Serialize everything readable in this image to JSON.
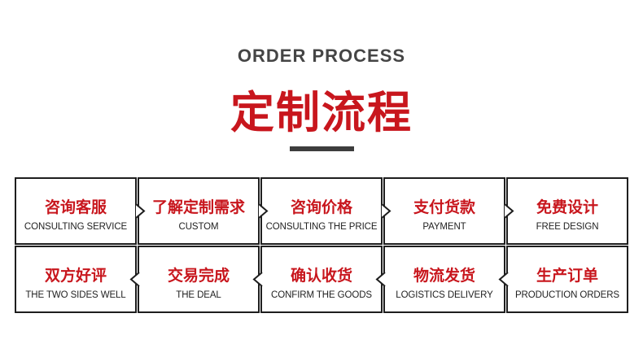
{
  "header": {
    "subtitle": "ORDER PROCESS",
    "title": "定制流程"
  },
  "steps": [
    {
      "cn": "咨询客服",
      "en": "CONSULTING SERVICE"
    },
    {
      "cn": "了解定制需求",
      "en": "CUSTOM"
    },
    {
      "cn": "咨询价格",
      "en": "CONSULTING THE PRICE"
    },
    {
      "cn": "支付货款",
      "en": "PAYMENT"
    },
    {
      "cn": "免费设计",
      "en": "FREE DESIGN"
    },
    {
      "cn": "双方好评",
      "en": "THE TWO SIDES WELL"
    },
    {
      "cn": "交易完成",
      "en": "THE DEAL"
    },
    {
      "cn": "确认收货",
      "en": "CONFIRM THE GOODS"
    },
    {
      "cn": "物流发货",
      "en": "LOGISTICS DELIVERY"
    },
    {
      "cn": "生产订单",
      "en": "PRODUCTION ORDERS"
    }
  ],
  "colors": {
    "accent": "#c8161d",
    "border": "#1e1e1e",
    "subtitle": "#454545",
    "divider": "#3d3d3d"
  }
}
